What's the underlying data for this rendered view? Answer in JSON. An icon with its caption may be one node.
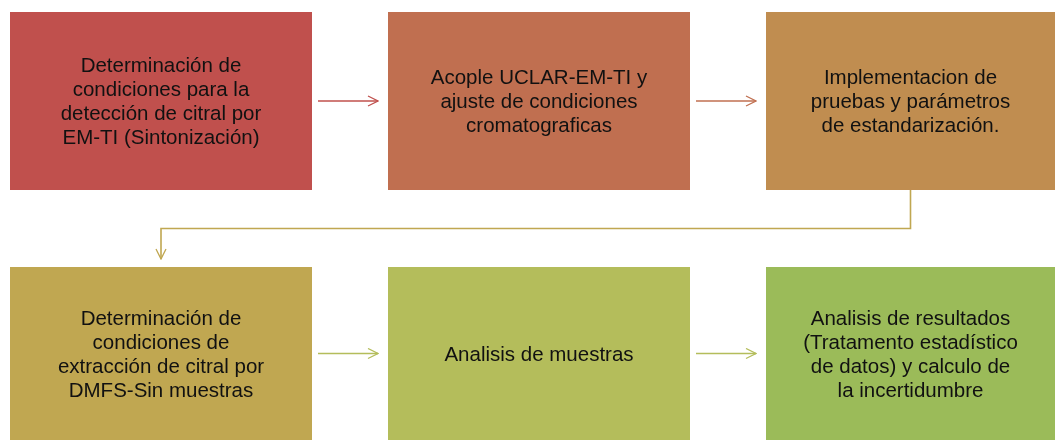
{
  "diagram": {
    "nodes": [
      {
        "text": [
          "Determinación de condiciones para la detección de citral por EM-TI (Sintonización)"
        ]
      },
      {
        "text": [
          "Acople UCLAR-EM-TI y ajuste de condiciones cromatograficas"
        ]
      },
      {
        "text": [
          "Implementacion de pruebas y parámetros de estandarización."
        ]
      },
      {
        "text": [
          "Determinación de condiciones de extracción de citral por DMFS-Sin muestras"
        ]
      },
      {
        "text": [
          "Analisis de muestras"
        ]
      },
      {
        "text": [
          "Analisis de resultados (Tratamento estadístico de datos) y calculo de la incertidumbre"
        ]
      }
    ],
    "edges": [
      {
        "from": 0,
        "to": 1,
        "arrow": "to",
        "color": "#c0504d"
      },
      {
        "from": 1,
        "to": 2,
        "arrow": "to",
        "color": "#c06f50"
      },
      {
        "from": 2,
        "to": 3,
        "arrow": "to",
        "color": "#c0a751"
      },
      {
        "from": 3,
        "to": 4,
        "arrow": "to",
        "color": "#b4bd5b"
      },
      {
        "from": 4,
        "to": 5,
        "arrow": "to",
        "color": "#b4bd5b"
      }
    ]
  }
}
